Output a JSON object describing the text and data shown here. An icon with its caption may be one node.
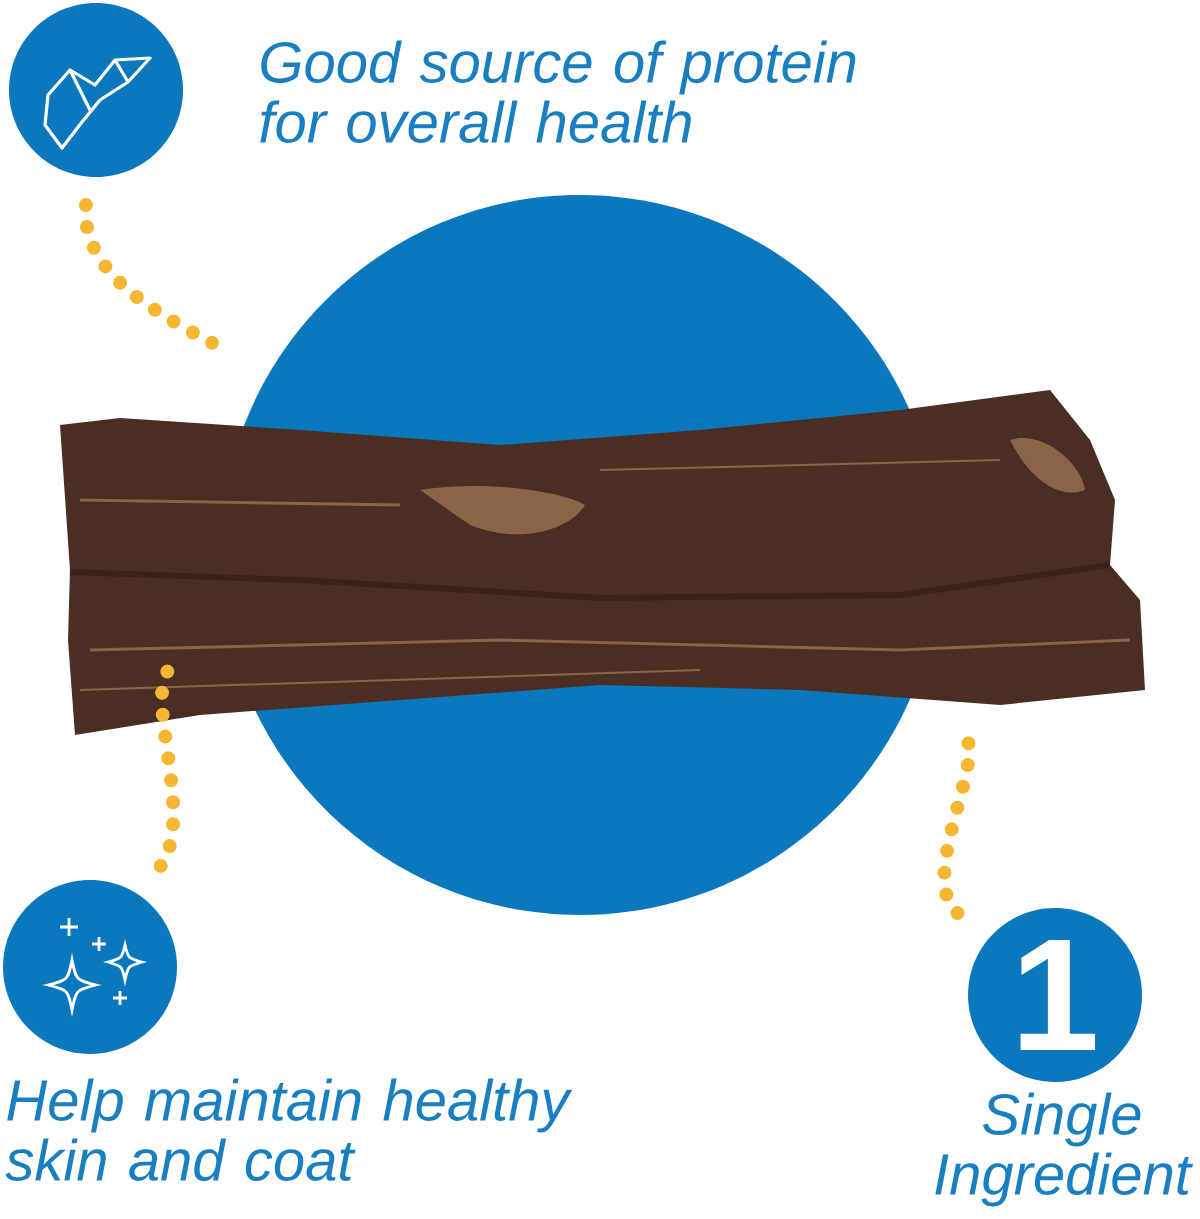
{
  "diagram": {
    "nodes": [
      {
        "text": [],
        "shape": "picture"
      },
      {
        "text": [
          "Good source of protein for overall health"
        ]
      },
      {
        "text": [
          "Help maintain healthy skin and coat"
        ]
      },
      {
        "text": [
          "1",
          "Single Ingredient"
        ]
      }
    ],
    "edges": [
      {
        "from": 1,
        "to": 0,
        "arrow": "none",
        "style": "dashed"
      },
      {
        "from": 2,
        "to": 0,
        "arrow": "none",
        "style": "dashed"
      },
      {
        "from": 3,
        "to": 0,
        "arrow": "none",
        "style": "dashed"
      }
    ]
  }
}
